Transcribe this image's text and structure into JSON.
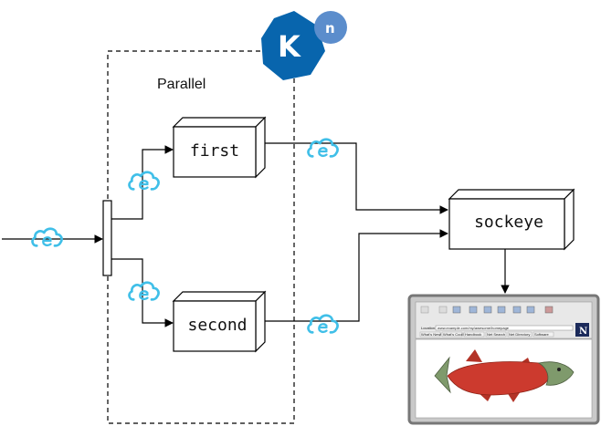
{
  "logo": {
    "letter": "K",
    "superscript": "n",
    "colors": {
      "primary": "#0865ad",
      "secondary": "#5b8dcc"
    }
  },
  "group": {
    "label": "Parallel"
  },
  "nodes": {
    "first": "first",
    "second": "second",
    "sockeye": "sockeye"
  },
  "event_icon": {
    "name": "cloudevent-icon",
    "color": "#40bfe8"
  },
  "browser": {
    "location_label": "Location:",
    "url": "www.example.com/my/awesome/homepage",
    "toolbar": [
      "Back",
      "Forward",
      "Home",
      "Reload",
      "Images",
      "Open",
      "Print",
      "Find",
      "Stop"
    ],
    "bookmarks": [
      "What's New!",
      "What's Cool!",
      "Handbook",
      "Net Search",
      "Net Directory",
      "Software"
    ],
    "brand_letter": "N"
  },
  "colors": {
    "salmon_body": "#cc3a2e",
    "salmon_head": "#7f9a6c",
    "frame": "#777777",
    "line": "#000000"
  }
}
